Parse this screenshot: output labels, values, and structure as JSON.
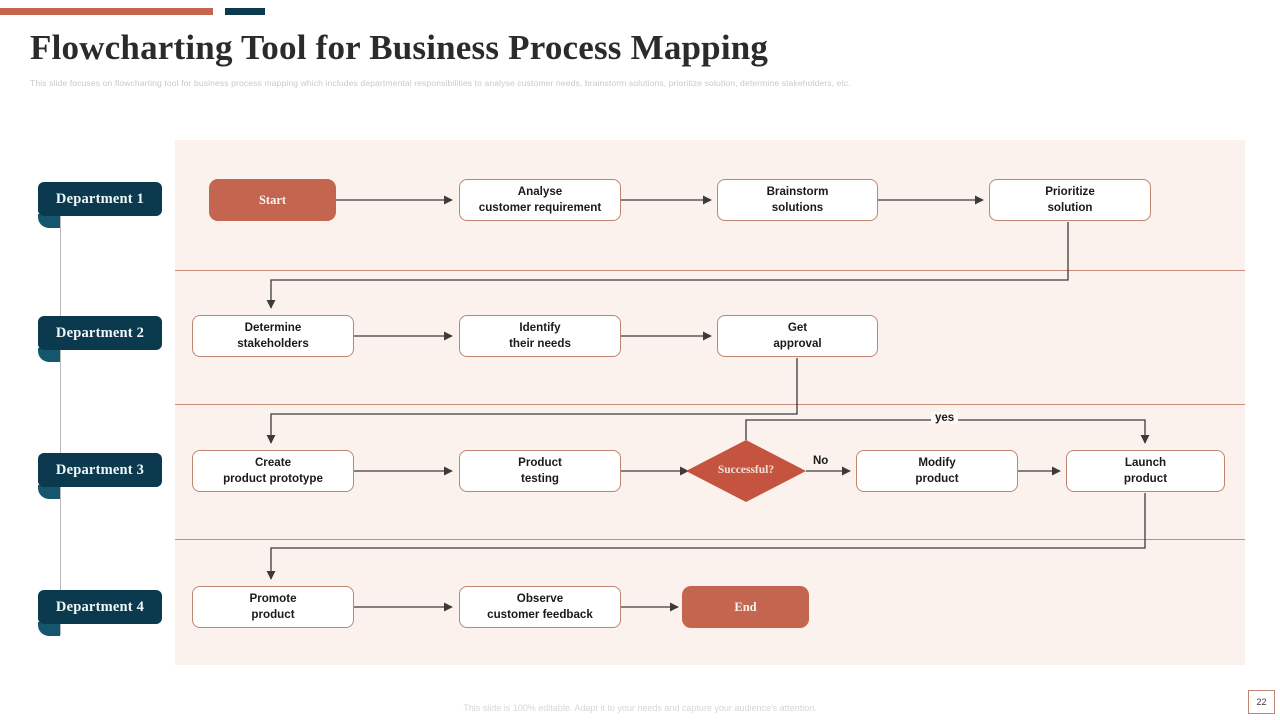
{
  "header": {
    "title": "Flowcharting Tool for Business Process Mapping",
    "subtitle": "This slide focuses on flowcharting tool for business process mapping which includes departmental responsibilities to analyse customer needs, brainstorm solutions, prioritize solution, determine stakeholders, etc."
  },
  "theme": {
    "accent_primary": "#c4654f",
    "accent_secondary": "#0b3a4f",
    "panel_background": "#fbf2ee",
    "node_border": "#c08472",
    "decision_fill": "#c4543f"
  },
  "departments": [
    {
      "label": "Department 1"
    },
    {
      "label": "Department 2"
    },
    {
      "label": "Department 3"
    },
    {
      "label": "Department 4"
    }
  ],
  "nodes": [
    {
      "id": "start",
      "label": "Start",
      "type": "terminator",
      "row": 1
    },
    {
      "id": "analyse",
      "label": "Analyse\ncustomer requirement",
      "type": "process",
      "row": 1
    },
    {
      "id": "brainstorm",
      "label": "Brainstorm\nsolutions",
      "type": "process",
      "row": 1
    },
    {
      "id": "prioritize",
      "label": "Prioritize\nsolution",
      "type": "process",
      "row": 1
    },
    {
      "id": "determine",
      "label": "Determine\nstakeholders",
      "type": "process",
      "row": 2
    },
    {
      "id": "identify",
      "label": "Identify\ntheir needs",
      "type": "process",
      "row": 2
    },
    {
      "id": "approval",
      "label": "Get\napproval",
      "type": "process",
      "row": 2
    },
    {
      "id": "prototype",
      "label": "Create\nproduct prototype",
      "type": "process",
      "row": 3
    },
    {
      "id": "testing",
      "label": "Product\ntesting",
      "type": "process",
      "row": 3
    },
    {
      "id": "successful",
      "label": "Successful?",
      "type": "decision",
      "row": 3
    },
    {
      "id": "modify",
      "label": "Modify\nproduct",
      "type": "process",
      "row": 3
    },
    {
      "id": "launch",
      "label": "Launch\nproduct",
      "type": "process",
      "row": 3
    },
    {
      "id": "promote",
      "label": "Promote\nproduct",
      "type": "process",
      "row": 4
    },
    {
      "id": "observe",
      "label": "Observe\ncustomer feedback",
      "type": "process",
      "row": 4
    },
    {
      "id": "end",
      "label": "End",
      "type": "terminator",
      "row": 4
    }
  ],
  "edge_labels": {
    "no": "No",
    "yes": "yes"
  },
  "footer": {
    "note": "This slide is 100% editable. Adapt it to your needs and capture your audience's attention.",
    "page_number": "22"
  }
}
